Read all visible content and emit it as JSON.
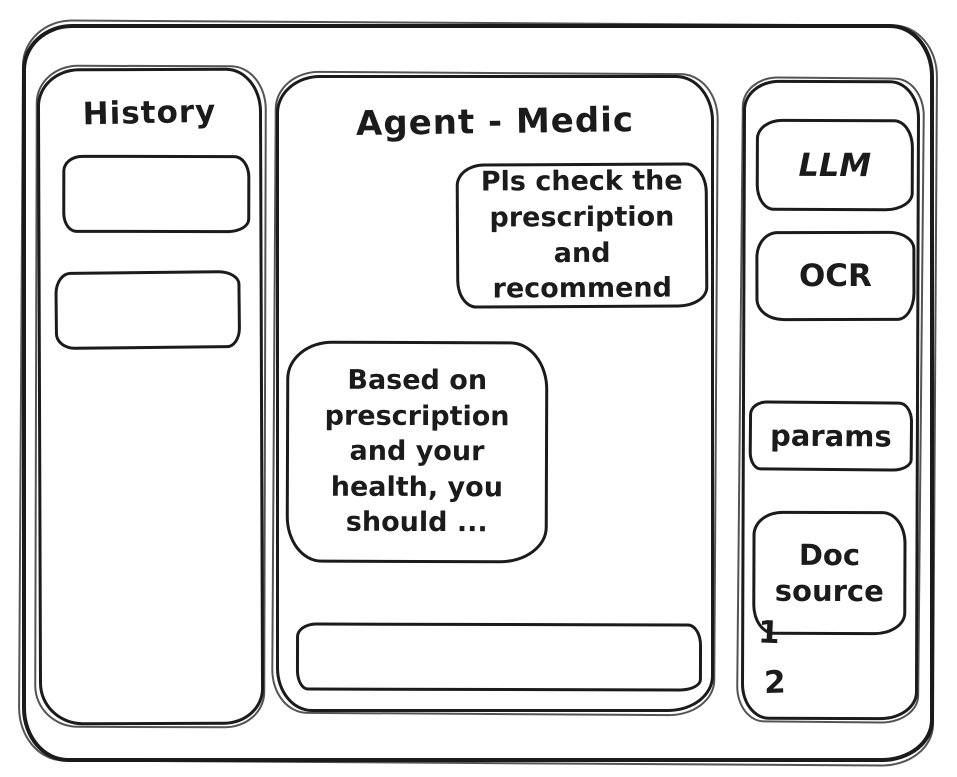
{
  "window": {
    "ink": "#1b1b1b",
    "background": "#ffffff"
  },
  "sidebar": {
    "title": "History",
    "items": [
      {
        "label": ""
      },
      {
        "label": ""
      }
    ]
  },
  "chat": {
    "title": "Agent - Medic",
    "messages": [
      {
        "role": "user",
        "text": "Pls check the prescription and recommend"
      },
      {
        "role": "assistant",
        "text": "Based on prescription and your health, you should ..."
      }
    ],
    "input": {
      "value": "",
      "placeholder": ""
    }
  },
  "tools": {
    "buttons": [
      {
        "label": "LLM"
      },
      {
        "label": "OCR"
      },
      {
        "label": "params"
      },
      {
        "label": "Doc source"
      }
    ],
    "doc_list": [
      "1",
      "2"
    ]
  }
}
